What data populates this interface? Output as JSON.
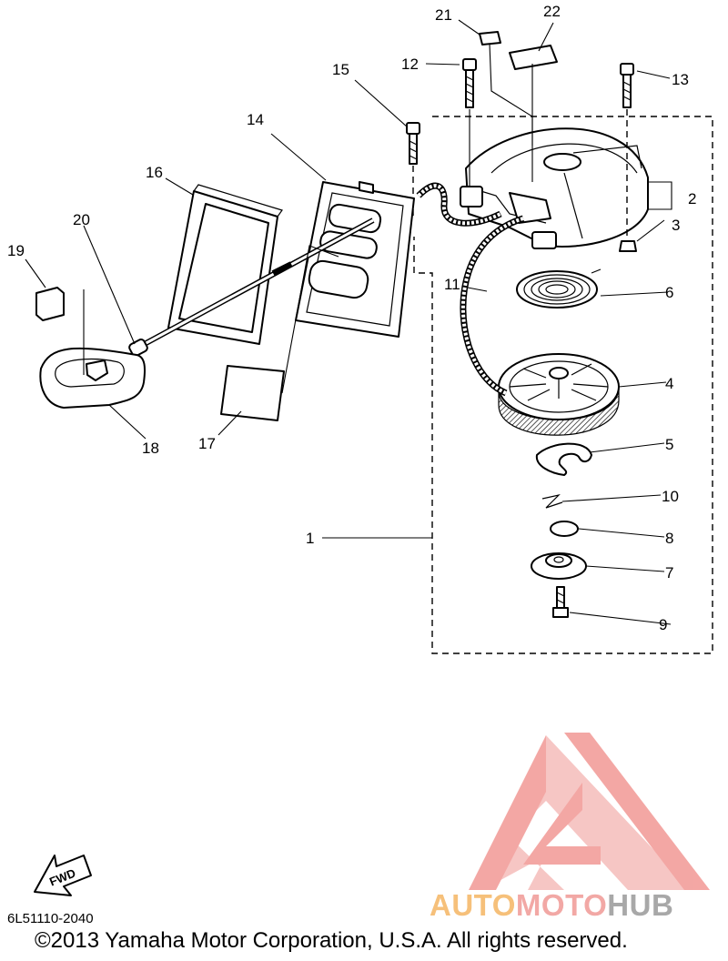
{
  "diagram": {
    "callouts": [
      "1",
      "2",
      "3",
      "4",
      "5",
      "6",
      "7",
      "8",
      "9",
      "10",
      "11",
      "12",
      "13",
      "14",
      "15",
      "16",
      "17",
      "18",
      "19",
      "20",
      "21",
      "22"
    ],
    "fwd_label": "FWD",
    "drawing_code": "6L51110-2040",
    "copyright": "©2013 Yamaha Motor Corporation, U.S.A. All rights reserved."
  },
  "watermark": {
    "part1": "AUTO",
    "part2": "MOTO",
    "part3": "HUB",
    "colors": {
      "auto": "#f6c07a",
      "moto": "#f2a8a5",
      "hub": "#a8a8a8",
      "logo": "#f08a86"
    }
  }
}
